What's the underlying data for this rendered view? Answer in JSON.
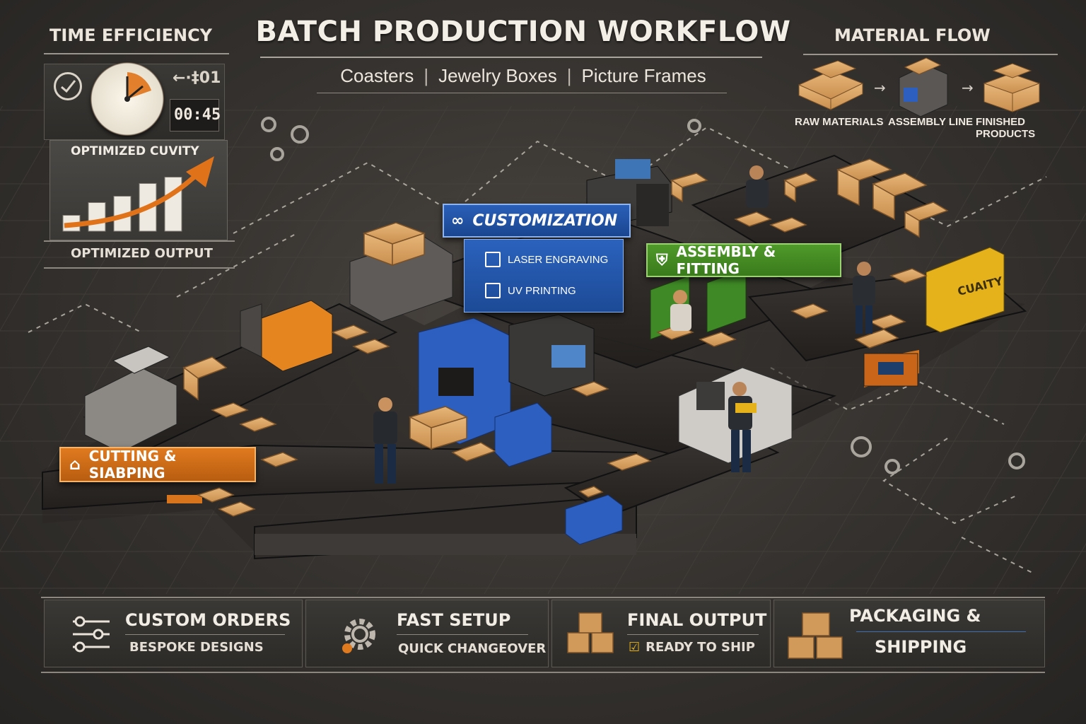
{
  "header": {
    "title": "BATCH PRODUCTION WORKFLOW",
    "products": [
      "Coasters",
      "Jewelry Boxes",
      "Picture Frames"
    ],
    "separator": "|"
  },
  "time_efficiency": {
    "label": "TIME EFFICIENCY",
    "timer": "00:45",
    "arrow_glyph": "←·‡01",
    "chart_caption": "OPTIMIZED CUVITY",
    "bars": [
      0.25,
      0.45,
      0.55,
      0.75,
      0.85
    ],
    "output_label": "OPTIMIZED OUTPUT",
    "icons": [
      "check-circle-icon",
      "clock-icon",
      "trend-arrow-icon"
    ]
  },
  "material_flow": {
    "label": "MATERIAL FLOW",
    "steps": [
      {
        "label": "RAW MATERIALS",
        "icon": "lumber-stack-icon"
      },
      {
        "label": "ASSEMBLY LINE",
        "icon": "machine-icon"
      },
      {
        "label": "FINISHED PRODUCTS",
        "icon": "boxes-icon"
      }
    ],
    "arrow": "→"
  },
  "stations": {
    "customization": {
      "label": "CUSTOMIZATION",
      "items": [
        "LASER ENGRAVING",
        "UV PRINTING"
      ],
      "color": "#1f52a3"
    },
    "assembly": {
      "label": "ASSEMBLY & FITTING",
      "color": "#468a24"
    },
    "cutting": {
      "label": "CUTTING & SIABPING",
      "color": "#cf6c18"
    },
    "quality_sign": "CUAITY"
  },
  "bottom": [
    {
      "title": "CUSTOM ORDERS",
      "sub": "BESPOKE DESIGNS",
      "icon": "sliders-icon"
    },
    {
      "title": "FAST SETUP",
      "sub": "QUICK CHANGEOVER",
      "icon": "gear-icon"
    },
    {
      "title": "FINAL OUTPUT",
      "sub": "READY TO SHIP",
      "icon": "boxes-icon",
      "check": "☑"
    },
    {
      "title": "PACKAGING &",
      "sub": "SHIPPING",
      "icon": "box-stack-icon"
    }
  ],
  "colors": {
    "background": "#34312e",
    "conveyor": "#2a2725",
    "box": "#d29a5a",
    "accent_orange": "#e07a1f",
    "accent_blue": "#1f52a3",
    "accent_green": "#468a24",
    "accent_yellow": "#e6b21c"
  }
}
